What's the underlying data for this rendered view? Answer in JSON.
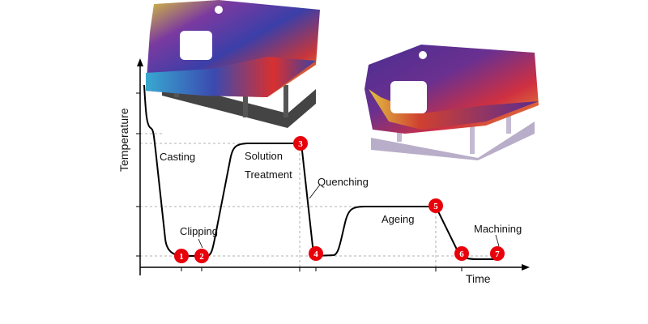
{
  "axes": {
    "y_label": "Temperature",
    "x_label": "Time"
  },
  "stages": {
    "casting": "Casting",
    "clipping": "Clipping",
    "solution": "Solution",
    "treatment": "Treatment",
    "quenching": "Quenching",
    "ageing": "Ageing",
    "machining": "Machining"
  },
  "markers": [
    "1",
    "2",
    "3",
    "4",
    "5",
    "6",
    "7"
  ],
  "colors": {
    "marker": "#e8000b",
    "curve": "#000000",
    "frame_dark": "#4a4a4a",
    "frame_light": "#b9aec9"
  }
}
